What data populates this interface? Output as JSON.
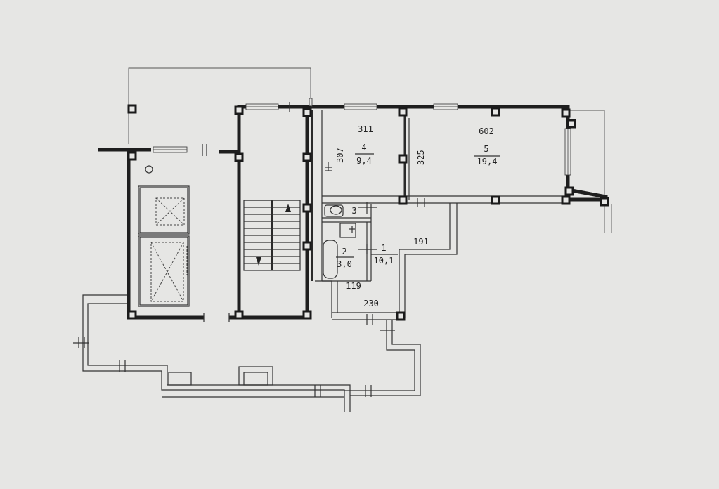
{
  "rooms": [
    {
      "number": "1",
      "area": "10,1"
    },
    {
      "number": "2",
      "area": "3,0"
    },
    {
      "number": "3"
    },
    {
      "number": "4",
      "area": "9,4"
    },
    {
      "number": "5",
      "area": "19,4"
    }
  ],
  "dimensions": {
    "room4_width": "311",
    "room4_depth": "307",
    "room5_width": "602",
    "room5_depth": "325",
    "corridor": "191",
    "bath_width": "119",
    "hall_width": "230"
  },
  "colors": {
    "paper": "#e6e6e4",
    "ink": "#1e1e1e"
  }
}
